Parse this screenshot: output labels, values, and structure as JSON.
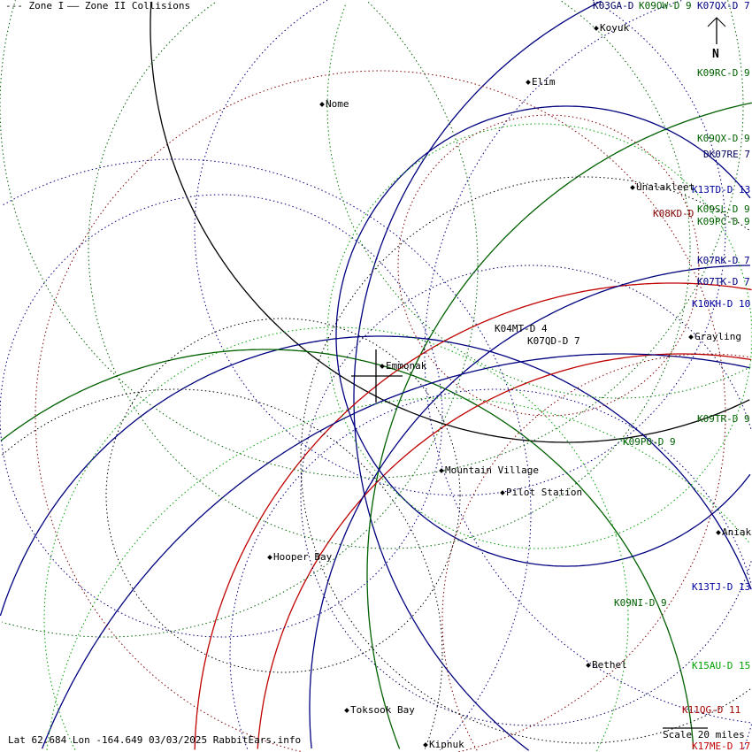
{
  "legend": {
    "zone1": "--- Zone I",
    "zone2": "—— Zone II Collisions"
  },
  "north_label": "N",
  "footer": {
    "coords": "Lat 62.684 Lon -164.649 03/03/2025 RabbitEars.info",
    "scale": "Scale 20 miles"
  },
  "center_marker": "Emmonak",
  "cities": [
    "Koyuk",
    "Elim",
    "Nome",
    "Unalakleet",
    "Grayling",
    "Emmonak",
    "Mountain Village",
    "Pilot Station",
    "Hooper Bay",
    "Aniak",
    "Bethel",
    "Toksook Bay",
    "Kipnuk"
  ],
  "stations": [
    {
      "label": "K03GA-D",
      "color": "#000060"
    },
    {
      "label": "K09OW-D 9",
      "color": "#006000"
    },
    {
      "label": "K07QX-D 7",
      "color": "#000080"
    },
    {
      "label": "K09RC-D 9",
      "color": "#006000"
    },
    {
      "label": "K09QX-D 9",
      "color": "#006000"
    },
    {
      "label": "DK07RE 7",
      "color": "#000060"
    },
    {
      "label": "K13TD-D 13",
      "color": "#0000a0"
    },
    {
      "label": "K08KD-D",
      "color": "#800000"
    },
    {
      "label": "K09SL-D 9",
      "color": "#006000"
    },
    {
      "label": "K09PC-D 9",
      "color": "#006000"
    },
    {
      "label": "K07RK-D 7",
      "color": "#000080"
    },
    {
      "label": "K07TK-D 7",
      "color": "#000080"
    },
    {
      "label": "K10KH-D 10",
      "color": "#0000a0"
    },
    {
      "label": "K04MT-D 4",
      "color": "#000000"
    },
    {
      "label": "K07QD-D 7",
      "color": "#000000"
    },
    {
      "label": "K09TR-D 9",
      "color": "#006000"
    },
    {
      "label": "K09PO-D 9",
      "color": "#006000"
    },
    {
      "label": "K13TJ-D 13",
      "color": "#0000a0"
    },
    {
      "label": "K09NI-D 9",
      "color": "#006000"
    },
    {
      "label": "K15AU-D 15",
      "color": "#00a000"
    },
    {
      "label": "K11QG-D 11",
      "color": "#a00000"
    },
    {
      "label": "K17ME-D 17",
      "color": "#c00000"
    }
  ]
}
